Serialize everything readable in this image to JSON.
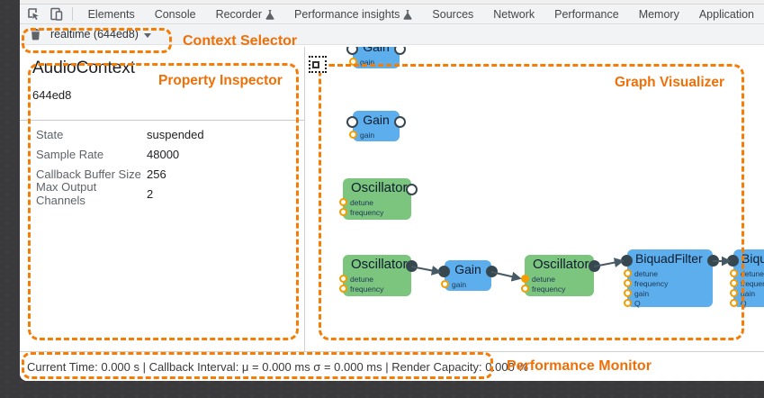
{
  "tabs": {
    "items": [
      {
        "label": "Elements"
      },
      {
        "label": "Console"
      },
      {
        "label": "Recorder"
      },
      {
        "label": "Performance insights"
      },
      {
        "label": "Sources"
      },
      {
        "label": "Network"
      },
      {
        "label": "Performance"
      },
      {
        "label": "Memory"
      },
      {
        "label": "Application"
      }
    ]
  },
  "context_selector": {
    "value": "realtime (644ed8)"
  },
  "inspector": {
    "title": "AudioContext",
    "context_id": "644ed8",
    "properties": [
      {
        "label": "State",
        "value": "suspended"
      },
      {
        "label": "Sample Rate",
        "value": "48000"
      },
      {
        "label": "Callback Buffer Size",
        "value": "256"
      },
      {
        "label": "Max Output Channels",
        "value": "2"
      }
    ]
  },
  "graph": {
    "nodes": [
      {
        "label": "Gain",
        "params": [
          "gain"
        ]
      },
      {
        "label": "Gain",
        "params": [
          "gain"
        ]
      },
      {
        "label": "Oscillator",
        "params": [
          "detune",
          "frequency"
        ]
      },
      {
        "label": "Oscillator",
        "params": [
          "detune",
          "frequency"
        ]
      },
      {
        "label": "Gain",
        "params": [
          "gain"
        ]
      },
      {
        "label": "Oscillator",
        "params": [
          "detune",
          "frequency"
        ]
      },
      {
        "label": "BiquadFilter",
        "params": [
          "detune",
          "frequency",
          "gain",
          "Q"
        ]
      },
      {
        "label": "BiquadFilter",
        "params": [
          "detune",
          "frequency",
          "gain",
          "Q"
        ]
      }
    ]
  },
  "status_bar": {
    "text": "Current Time: 0.000 s | Callback Interval: μ = 0.000 ms σ = 0.000 ms | Render Capacity: 0.000 %"
  },
  "annotations": {
    "context_selector": "Context Selector",
    "property_inspector": "Property Inspector",
    "graph_visualizer": "Graph Visualizer",
    "performance_monitor": "Performance Monitor"
  },
  "colors": {
    "annotation_orange": "#f57d06",
    "node_blue": "#5caeec",
    "node_green": "#7cc57f",
    "port_dark": "#37474f",
    "param_orange": "#f59d00",
    "toolbar_bg": "#f1f3f4",
    "desktop_dark": "#3a393c"
  }
}
